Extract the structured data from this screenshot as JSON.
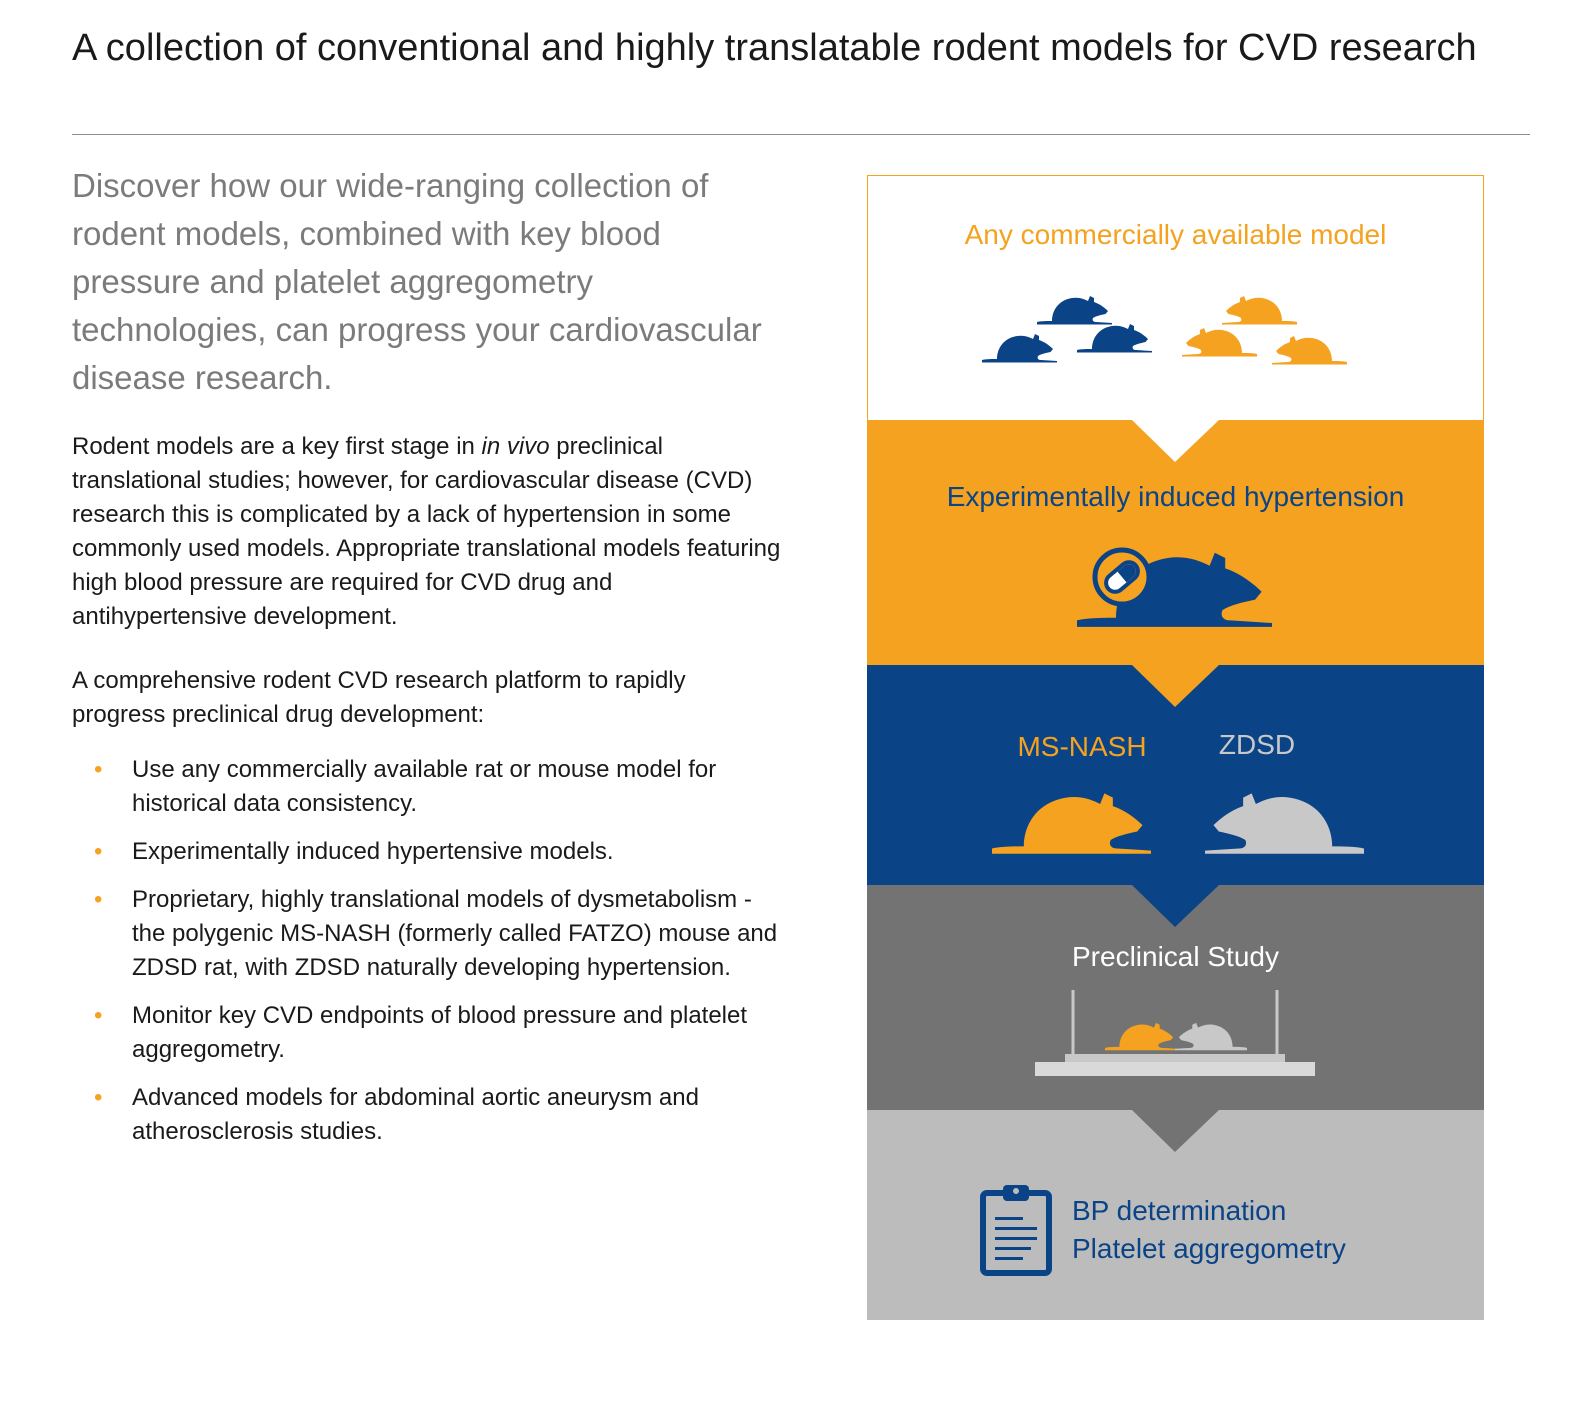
{
  "header": {
    "title": "A collection of conventional and highly translatable rodent models for CVD research"
  },
  "intro": {
    "lead": "Discover how our wide-ranging collection of rodent models, combined with key blood pressure and platelet aggregometry technologies, can progress your cardiovascular disease research.",
    "para1_before": "Rodent models are a key first stage in ",
    "para1_italic": "in vivo",
    "para1_after": " preclinical translational studies; however, for cardiovascular disease (CVD) research this is complicated by a lack of hypertension in some commonly used models. Appropriate translational models featuring high blood pressure are required for CVD drug and antihypertensive development.",
    "para2": "A comprehensive rodent CVD research platform to rapidly progress preclinical drug development:"
  },
  "bullets": [
    "Use any commercially available rat or mouse model for historical data consistency.",
    "Experimentally induced hypertensive models.",
    "Proprietary, highly translational models of dysmetabolism - the polygenic MS-NASH (formerly called FATZO) mouse and ZDSD rat, with ZDSD naturally developing hypertension.",
    "Monitor key CVD endpoints of blood pressure and platelet aggregometry.",
    "Advanced models for abdominal aortic aneurysm and atherosclerosis studies."
  ],
  "infographic": {
    "stage1": "Any commercially available model",
    "stage2": "Experimentally induced hypertension",
    "stage3_left": "MS-NASH",
    "stage3_right": "ZDSD",
    "stage4": "Preclinical Study",
    "stage5_line1": "BP determination",
    "stage5_line2": "Platelet aggregometry"
  },
  "colors": {
    "orange": "#f4a21f",
    "blue": "#0b4387",
    "dark_gray": "#737373",
    "light_gray": "#bcbcbc",
    "rodent_gray": "#c8c8c8"
  }
}
